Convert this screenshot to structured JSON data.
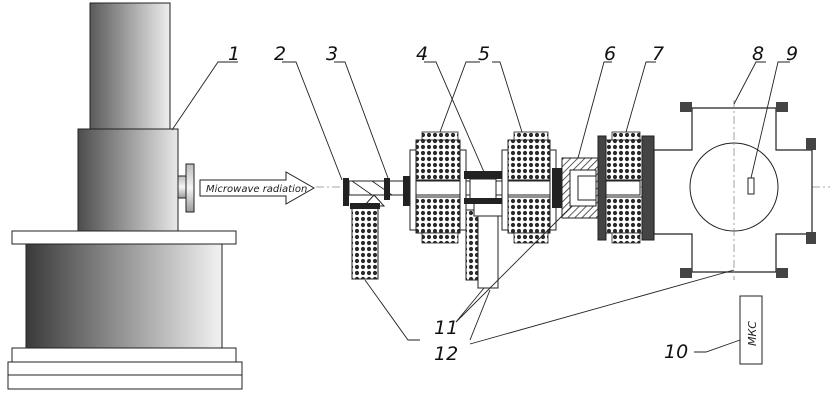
{
  "figure": {
    "arrow_text": "Microwave radiation",
    "sensor_text": "МКС",
    "labels": [
      {
        "id": "1",
        "text": "1"
      },
      {
        "id": "2",
        "text": "2"
      },
      {
        "id": "3",
        "text": "3"
      },
      {
        "id": "4",
        "text": "4"
      },
      {
        "id": "5",
        "text": "5"
      },
      {
        "id": "6",
        "text": "6"
      },
      {
        "id": "7",
        "text": "7"
      },
      {
        "id": "8",
        "text": "8"
      },
      {
        "id": "9",
        "text": "9"
      },
      {
        "id": "10",
        "text": "10"
      },
      {
        "id": "11",
        "text": "11"
      },
      {
        "id": "12",
        "text": "12"
      }
    ]
  }
}
